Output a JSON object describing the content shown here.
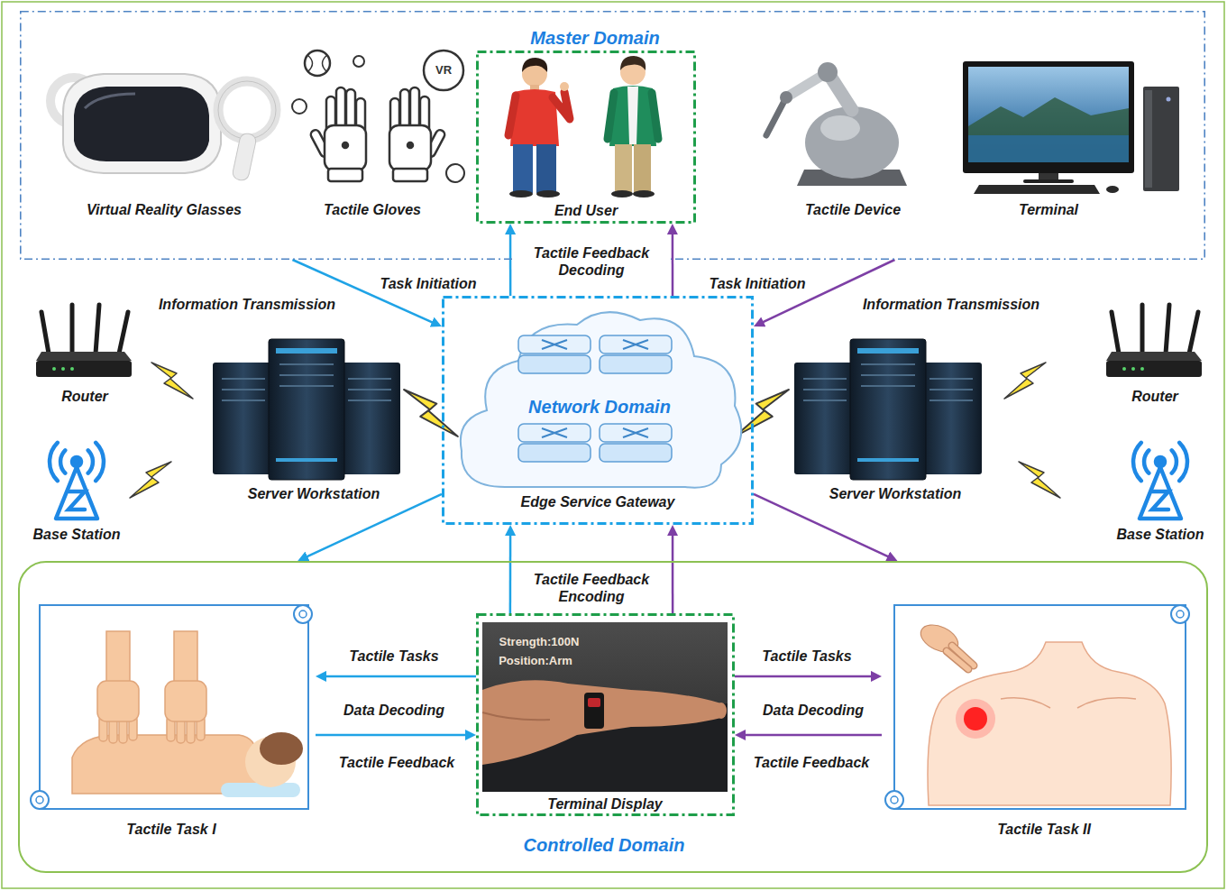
{
  "diagram": {
    "nodes": [
      {
        "text": [
          "Master Domain"
        ]
      },
      {
        "text": [
          "End User"
        ],
        "in": 0
      },
      {
        "text": [
          "Network Domain",
          "Edge Service Gateway"
        ]
      },
      {
        "text": [
          "Controlled Domain"
        ]
      },
      {
        "text": [
          "Tactile Task I"
        ],
        "in": 3
      },
      {
        "text": [
          "Terminal Display"
        ],
        "in": 3
      },
      {
        "text": [
          "Tactile Task II"
        ],
        "in": 3
      }
    ],
    "edges": [
      {
        "from": 0,
        "to": 2,
        "arrow": "to",
        "label": "Task Initiation"
      },
      {
        "from": 0,
        "to": 2,
        "arrow": "to",
        "label": "Task Initiation"
      },
      {
        "from": 2,
        "to": 1,
        "arrow": "to",
        "label": "Tactile Feedback Decoding"
      },
      {
        "from": 2,
        "to": 1,
        "arrow": "to"
      },
      {
        "from": 2,
        "to": 3,
        "arrow": "to"
      },
      {
        "from": 2,
        "to": 3,
        "arrow": "to"
      },
      {
        "from": 5,
        "to": 2,
        "arrow": "to",
        "label": "Tactile Feedback Encoding"
      },
      {
        "from": 5,
        "to": 2,
        "arrow": "to"
      },
      {
        "from": 5,
        "to": 4,
        "arrow": "to",
        "label": "Tactile Tasks"
      },
      {
        "from": 4,
        "to": 5,
        "arrow": "to",
        "label": "Tactile Feedback"
      },
      {
        "from": 5,
        "to": 6,
        "arrow": "to",
        "label": "Tactile Tasks"
      },
      {
        "from": 6,
        "to": 5,
        "arrow": "to",
        "label": "Tactile Feedback"
      }
    ],
    "labels": [
      "Virtual Reality Glasses",
      "Tactile Gloves",
      "VR",
      "Tactile Device",
      "Terminal",
      "Information Transmission",
      "Information Transmission",
      "Router",
      "Server Workstation",
      "Base Station",
      "Router",
      "Server Workstation",
      "Base Station",
      "Data Decoding",
      "Data Decoding",
      "Strength:100N",
      "Position:Arm"
    ]
  }
}
